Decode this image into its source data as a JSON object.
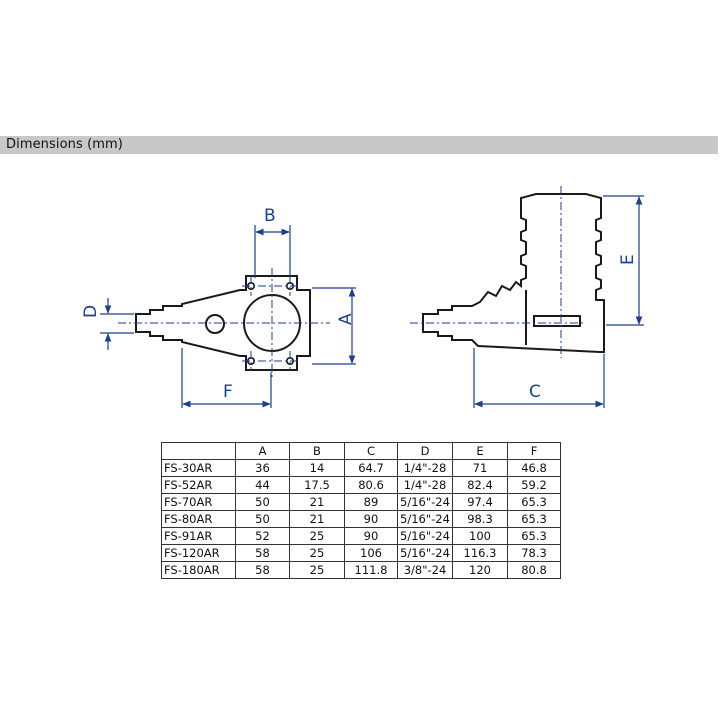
{
  "header": {
    "title": "Dimensions (mm)"
  },
  "labels": {
    "a": "A",
    "b": "B",
    "c": "C",
    "d": "D",
    "e": "E",
    "f": "F"
  },
  "colors": {
    "dimension": "#1d3f8f",
    "outline": "#1a1a1a",
    "header_bg": "#c8c8c8"
  },
  "table": {
    "headers": [
      "",
      "A",
      "B",
      "C",
      "D",
      "E",
      "F"
    ],
    "rows": [
      [
        "FS-30AR",
        "36",
        "14",
        "64.7",
        "1/4\"-28",
        "71",
        "46.8"
      ],
      [
        "FS-52AR",
        "44",
        "17.5",
        "80.6",
        "1/4\"-28",
        "82.4",
        "59.2"
      ],
      [
        "FS-70AR",
        "50",
        "21",
        "89",
        "5/16\"-24",
        "97.4",
        "65.3"
      ],
      [
        "FS-80AR",
        "50",
        "21",
        "90",
        "5/16\"-24",
        "98.3",
        "65.3"
      ],
      [
        "FS-91AR",
        "52",
        "25",
        "90",
        "5/16\"-24",
        "100",
        "65.3"
      ],
      [
        "FS-120AR",
        "58",
        "25",
        "106",
        "5/16\"-24",
        "116.3",
        "78.3"
      ],
      [
        "FS-180AR",
        "58",
        "25",
        "111.8",
        "3/8\"-24",
        "120",
        "80.8"
      ]
    ]
  }
}
